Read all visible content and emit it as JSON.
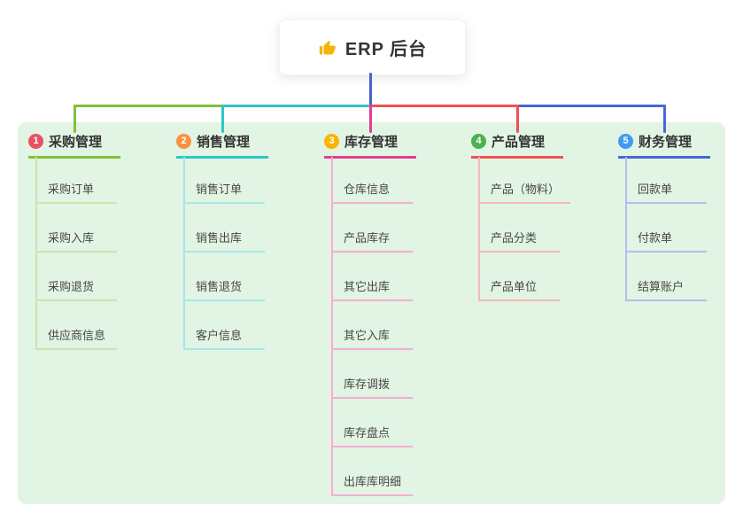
{
  "root": {
    "label": "ERP 后台",
    "icon": "thumbs-up-icon",
    "icon_color": "#f4b400"
  },
  "canvas": {
    "background": "#e2f4e3",
    "page_background": "#ffffff"
  },
  "connector": {
    "stem_color": "#4a5fd0"
  },
  "branches": [
    {
      "num": "1",
      "label": "采购管理",
      "badge_color": "#e85263",
      "line_color": "#82c03c",
      "children": [
        "采购订单",
        "采购入库",
        "采购退货",
        "供应商信息"
      ]
    },
    {
      "num": "2",
      "label": "销售管理",
      "badge_color": "#f9923e",
      "line_color": "#2ec6c8",
      "children": [
        "销售订单",
        "销售出库",
        "销售退货",
        "客户信息"
      ]
    },
    {
      "num": "3",
      "label": "库存管理",
      "badge_color": "#f8b501",
      "line_color": "#e23e91",
      "children": [
        "仓库信息",
        "产品库存",
        "其它出库",
        "其它入库",
        "库存调拨",
        "库存盘点",
        "出库库明细"
      ]
    },
    {
      "num": "4",
      "label": "产品管理",
      "badge_color": "#4cb052",
      "line_color": "#ef5350",
      "children": [
        "产品（物料）",
        "产品分类",
        "产品单位"
      ]
    },
    {
      "num": "5",
      "label": "财务管理",
      "badge_color": "#3f9cf3",
      "line_color": "#4767d6",
      "children": [
        "回款单",
        "付款单",
        "结算账户"
      ]
    }
  ]
}
